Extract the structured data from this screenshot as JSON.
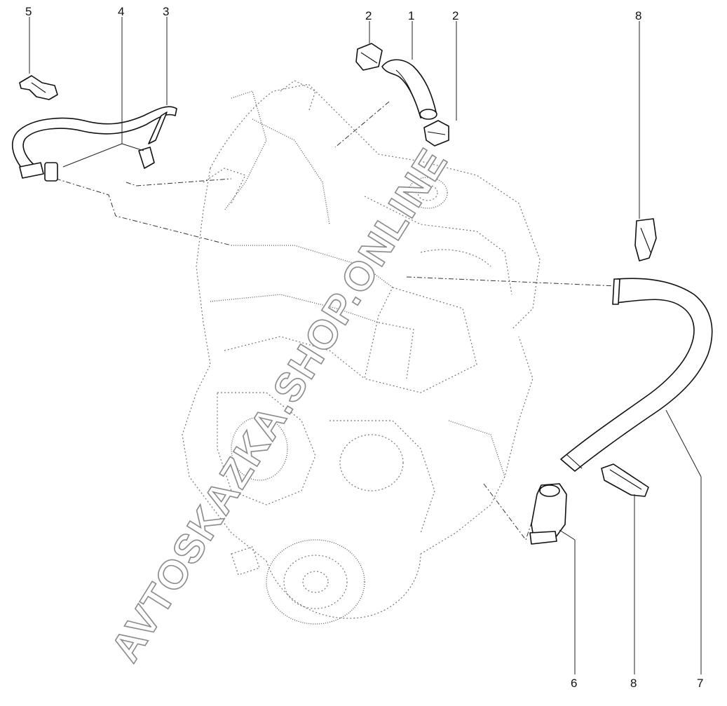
{
  "callouts": {
    "c5": "5",
    "c4": "4",
    "c3": "3",
    "c2a": "2",
    "c1": "1",
    "c2b": "2",
    "c8top": "8",
    "c6": "6",
    "c8bottom": "8",
    "c7": "7"
  },
  "watermark": "AVTOSKAZKA.SHOP.ONLINE",
  "colors": {
    "line": "#111111",
    "engine": "#777777",
    "watermark_stroke": "#8a8a8a"
  }
}
